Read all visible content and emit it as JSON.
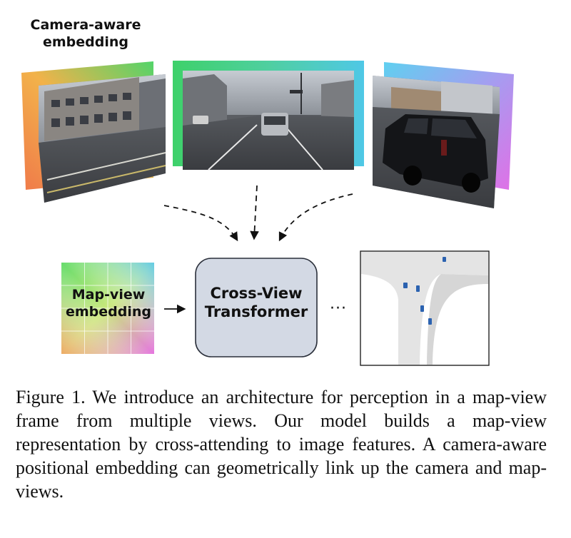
{
  "camera_label_line1": "Camera-aware",
  "camera_label_line2": "embedding",
  "mapview_label_line1": "Map-view",
  "mapview_label_line2": "embedding",
  "transformer_label_line1": "Cross-View",
  "transformer_label_line2": "Transformer",
  "ellipsis": "···",
  "caption": "Figure 1.  We introduce an architecture for perception in a map-view frame from multiple views.  Our model builds a map-view representation by cross-attending to image features.  A camera-aware positional embedding can geometrically link up the camera and map-views.",
  "colors": {
    "transformer_fill": "#d3d9e4",
    "transformer_stroke": "#2a2f3a",
    "vehicle_blue": "#2b62b0",
    "road_gray": "#e6e6e6"
  }
}
